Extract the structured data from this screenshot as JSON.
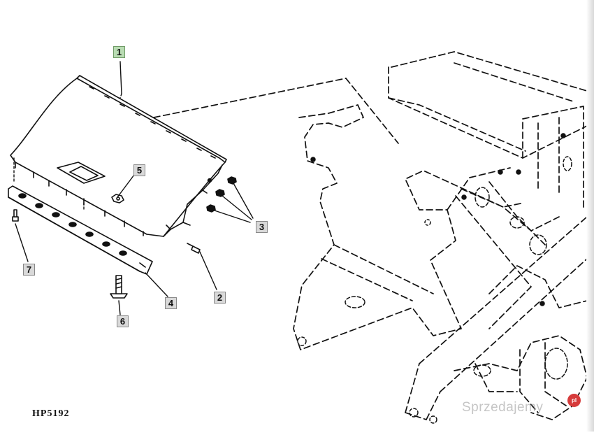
{
  "callouts": [
    {
      "id": "1",
      "label": "1",
      "accent": "#b9dcb3"
    },
    {
      "id": "2",
      "label": "2"
    },
    {
      "id": "3",
      "label": "3"
    },
    {
      "id": "4",
      "label": "4"
    },
    {
      "id": "5",
      "label": "5"
    },
    {
      "id": "6",
      "label": "6"
    },
    {
      "id": "7",
      "label": "7"
    }
  ],
  "drawing_code": "HP5192",
  "watermark": {
    "text": "Sprzedajemy",
    "badge": "pl",
    "badge_color": "#d63b3b"
  },
  "colors": {
    "line": "#111111",
    "callout_fill": "#d9d9d9",
    "callout_accent": "#b9dcb3"
  }
}
